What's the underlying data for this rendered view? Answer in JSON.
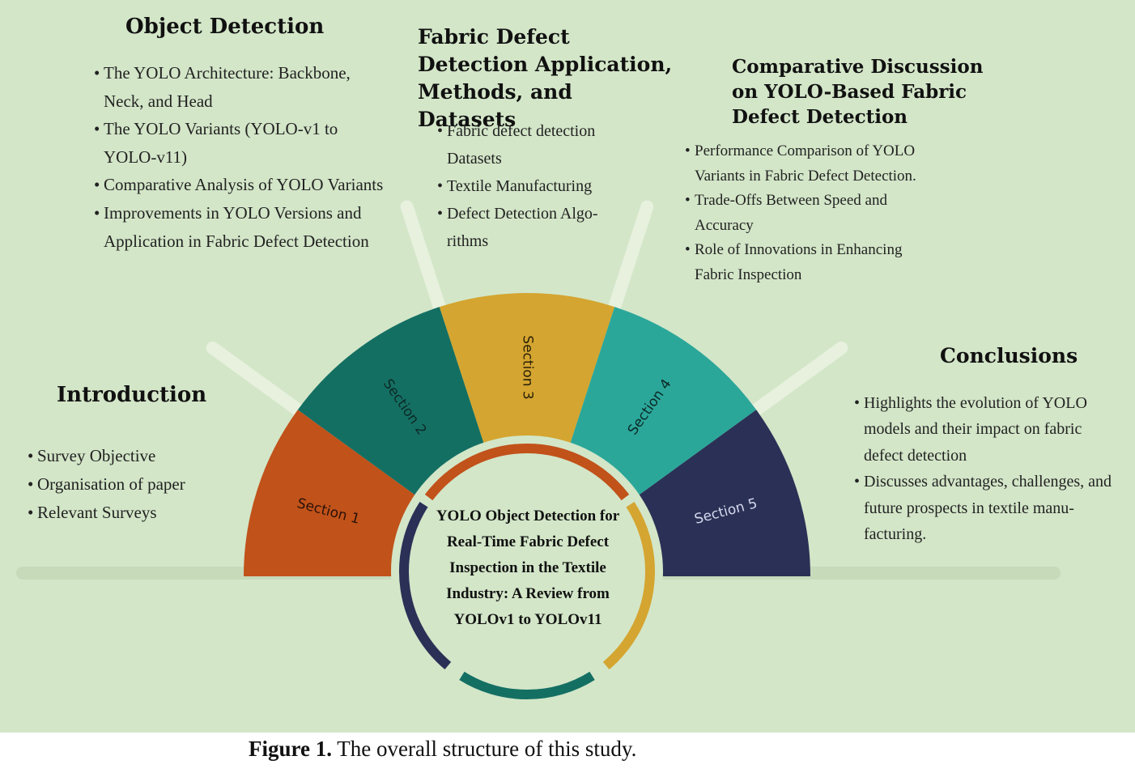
{
  "colors": {
    "background": "#d3e6c8",
    "section1": "#c1521a",
    "section2": "#146f63",
    "section3": "#d4a530",
    "section4": "#2ba79a",
    "section5": "#2b3056",
    "center_fill": "#d3e6c8"
  },
  "sections": [
    {
      "label": "Section 1",
      "color": "#c1521a",
      "text_color": "#2a1208"
    },
    {
      "label": "Section 2",
      "color": "#146f63",
      "text_color": "#0d2a26"
    },
    {
      "label": "Section 3",
      "color": "#d4a530",
      "text_color": "#2a2108"
    },
    {
      "label": "Section 4",
      "color": "#2ba79a",
      "text_color": "#0b2a27"
    },
    {
      "label": "Section 5",
      "color": "#2b3056",
      "text_color": "#d4d8ee"
    }
  ],
  "center_ring_colors": [
    "#c1521a",
    "#d4a530",
    "#146f63",
    "#2b3056"
  ],
  "topics": {
    "introduction": {
      "heading": "Introduction",
      "bullets": [
        "Survey Objective",
        "Organisation of paper",
        "Relevant Surveys"
      ]
    },
    "object_detection": {
      "heading": "Object Detection",
      "bullets": [
        "The YOLO Architecture: Backbone, Neck, and Head",
        "The YOLO Variants (YOLO-v1 to YOLO-v11)",
        "Comparative Analysis of YOLO Variants",
        "Improvements in YOLO Versions and Application in Fabric Defect Detection"
      ]
    },
    "fabric_defect": {
      "heading": "Fabric Defect Detection Application, Methods, and Datasets",
      "bullets": [
        "Fabric defect detection Datasets",
        "Textile Manufacturing",
        "Defect Detection Algo- rithms"
      ]
    },
    "comparative": {
      "heading": "Comparative Discussion on YOLO-Based Fabric Defect Detection",
      "bullets": [
        "Performance Comparison of YOLO Variants in Fabric Defect Detection.",
        "Trade-Offs Between Speed and Accuracy",
        "Role of Innovations in Enhancing Fabric Inspection"
      ]
    },
    "conclusions": {
      "heading": "Conclusions",
      "bullets": [
        "Highlights the evolution of YOLO models and their impact on fabric defect detection",
        "Discusses advantages, challenges, and future prospects in textile manu- facturing."
      ]
    }
  },
  "center_title": "YOLO Object Detection for Real-Time Fabric Defect Inspection in the Textile Industry: A Review from YOLOv1 to YOLOv11",
  "caption": {
    "label": "Figure 1.",
    "text": " The overall structure of this study."
  }
}
